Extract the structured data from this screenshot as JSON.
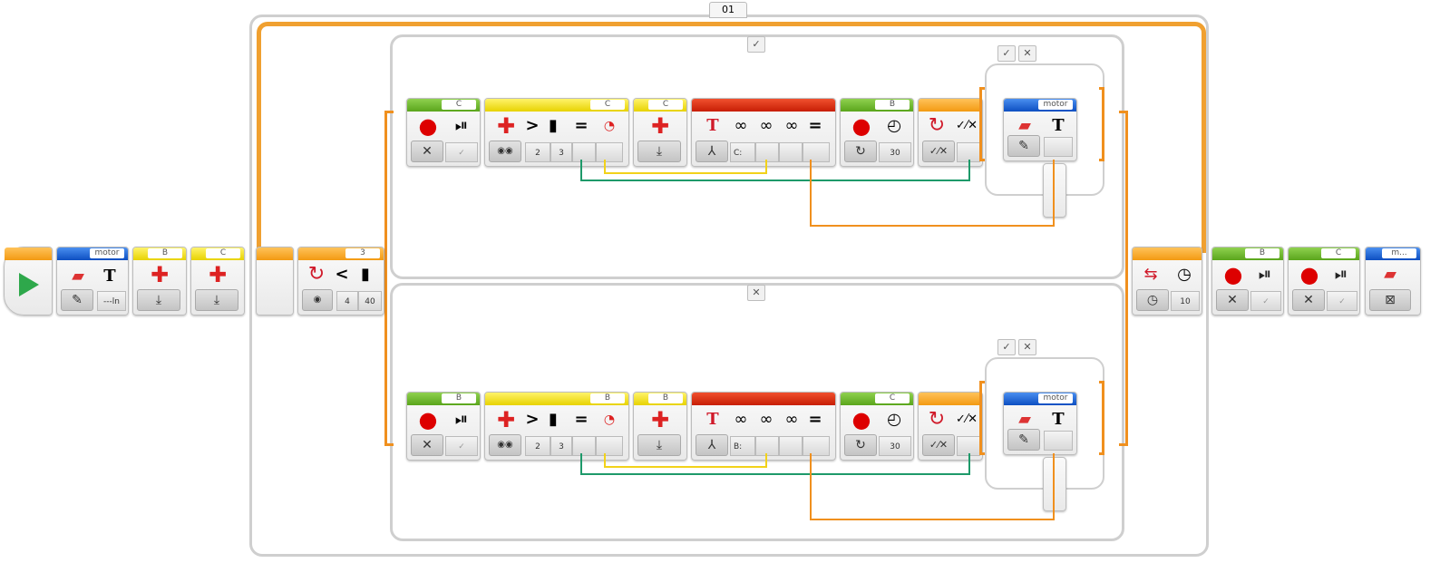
{
  "loop": {
    "name": "01",
    "exit_mode": "timer",
    "exit_seconds": "10"
  },
  "start_block": {
    "icon": "play-icon"
  },
  "pre_loop": [
    {
      "type": "variable",
      "name": "motor",
      "mode": "write-text",
      "value": "---ln"
    },
    {
      "type": "motor-rotation",
      "port": "B",
      "mode": "reset"
    },
    {
      "type": "motor-rotation",
      "port": "C",
      "mode": "reset"
    }
  ],
  "switch": {
    "type": "compare-color-light",
    "port": "3",
    "operator": "<",
    "mode_value": "4",
    "threshold": "40",
    "case_true": "✓",
    "case_false": "✕"
  },
  "branches": [
    {
      "case": "true",
      "tab": "✓",
      "stop_motor": {
        "port": "C",
        "brake": "✓"
      },
      "compare": {
        "port": "C",
        "operator": ">",
        "a": "2",
        "b": "3"
      },
      "reset": {
        "port": "C"
      },
      "text": {
        "a": "C:",
        "b": "",
        "c": ""
      },
      "motor_on": {
        "port": "B",
        "power": "30"
      },
      "logic": {
        "op": "✓⁄✕"
      },
      "inner_switch": {
        "tabs": [
          "✓",
          "✕"
        ],
        "variable": "motor"
      }
    },
    {
      "case": "false",
      "tab": "✕",
      "stop_motor": {
        "port": "B",
        "brake": "✓"
      },
      "compare": {
        "port": "B",
        "operator": ">",
        "a": "2",
        "b": "3"
      },
      "reset": {
        "port": "B"
      },
      "text": {
        "a": "B:",
        "b": "",
        "c": ""
      },
      "motor_on": {
        "port": "C",
        "power": "30"
      },
      "logic": {
        "op": "✓⁄✕"
      },
      "inner_switch": {
        "tabs": [
          "✓",
          "✕"
        ],
        "variable": "motor"
      }
    }
  ],
  "post_loop": [
    {
      "type": "motor-stop",
      "port": "B",
      "brake": "✓"
    },
    {
      "type": "motor-stop",
      "port": "C",
      "brake": "✓"
    },
    {
      "type": "variable",
      "name": "m...",
      "mode": "close"
    }
  ],
  "labels": {
    "gt": ">",
    "eq": "=",
    "lt": "<",
    "T": "T",
    "x": "✕",
    "check": "✓",
    "pencil": "✎",
    "down": "⤓"
  },
  "colors": {
    "wire_orange": "#f0901e",
    "wire_yellow": "#f2d21a",
    "wire_green": "#1e9a6a",
    "frame": "#cfcfcf"
  }
}
